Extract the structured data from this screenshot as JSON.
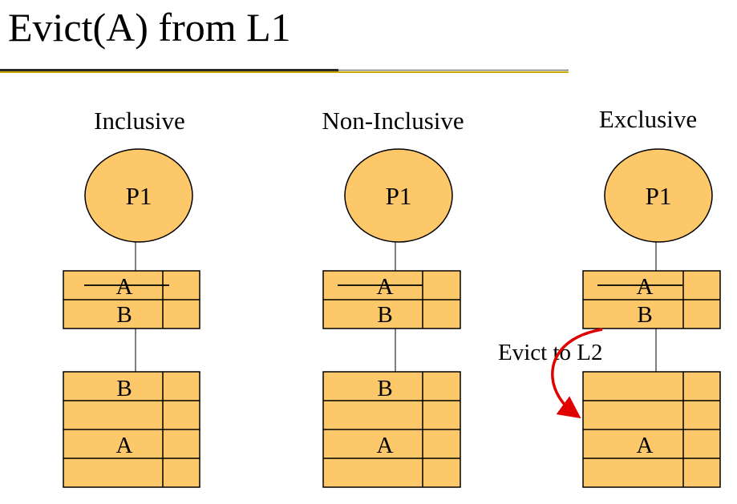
{
  "title": "Evict(A) from L1",
  "columns": [
    {
      "label": "Inclusive",
      "processor": "P1",
      "l1_rows": [
        "A",
        "B"
      ],
      "l1_struck": [
        true,
        false
      ],
      "l2_rows": [
        "B",
        "",
        "A",
        ""
      ]
    },
    {
      "label": "Non-Inclusive",
      "processor": "P1",
      "l1_rows": [
        "A",
        "B"
      ],
      "l1_struck": [
        true,
        false
      ],
      "l2_rows": [
        "B",
        "",
        "A",
        ""
      ]
    },
    {
      "label": "Exclusive",
      "processor": "P1",
      "l1_rows": [
        "A",
        "B"
      ],
      "l1_struck": [
        true,
        false
      ],
      "l2_rows": [
        "",
        "",
        "A",
        ""
      ]
    }
  ],
  "annotation": "Evict to L2",
  "colors": {
    "fill": "#fdc869",
    "arrow": "#e00000",
    "title_rule_gold": "#c9a400"
  }
}
